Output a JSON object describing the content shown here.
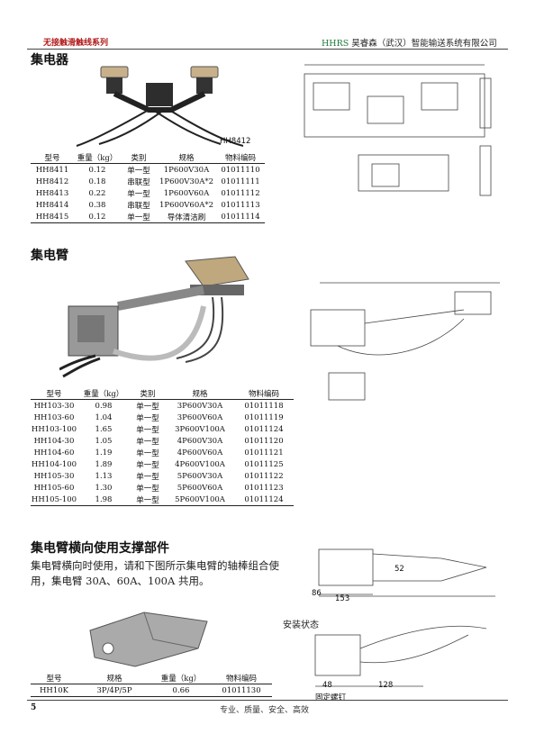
{
  "header": {
    "series": "无接触滑触线系列",
    "brand": "HHRS",
    "company": "昊睿森（武汉）智能输送系统有限公司"
  },
  "section1": {
    "title": "集电器",
    "photo_label": "HH8412",
    "columns": [
      "型号",
      "重量（kg）",
      "类别",
      "规格",
      "物料编码"
    ],
    "rows": [
      [
        "HH8411",
        "0.12",
        "单一型",
        "1P600V30A",
        "01011110"
      ],
      [
        "HH8412",
        "0.18",
        "串联型",
        "1P600V30A*2",
        "01011111"
      ],
      [
        "HH8413",
        "0.22",
        "单一型",
        "1P600V60A",
        "01011112"
      ],
      [
        "HH8414",
        "0.38",
        "串联型",
        "1P600V60A*2",
        "01011113"
      ],
      [
        "HH8415",
        "0.12",
        "单一型",
        "导体清洁刷",
        "01011114"
      ]
    ]
  },
  "section2": {
    "title": "集电臂",
    "columns": [
      "型号",
      "重量（kg）",
      "类别",
      "规格",
      "物料编码"
    ],
    "rows": [
      [
        "HH103-30",
        "0.98",
        "单一型",
        "3P600V30A",
        "01011118"
      ],
      [
        "HH103-60",
        "1.04",
        "单一型",
        "3P600V60A",
        "01011119"
      ],
      [
        "HH103-100",
        "1.65",
        "单一型",
        "3P600V100A",
        "01011124"
      ],
      [
        "HH104-30",
        "1.05",
        "单一型",
        "4P600V30A",
        "01011120"
      ],
      [
        "HH104-60",
        "1.19",
        "单一型",
        "4P600V60A",
        "01011121"
      ],
      [
        "HH104-100",
        "1.89",
        "单一型",
        "4P600V100A",
        "01011125"
      ],
      [
        "HH105-30",
        "1.13",
        "单一型",
        "5P600V30A",
        "01011122"
      ],
      [
        "HH105-60",
        "1.30",
        "单一型",
        "5P600V60A",
        "01011123"
      ],
      [
        "HH105-100",
        "1.98",
        "单一型",
        "5P600V100A",
        "01011124"
      ]
    ]
  },
  "section3": {
    "title": "集电臂横向使用支撑部件",
    "paragraph_line1": "集电臂横向时使用，请和下图所示集电臂的轴棒组合使",
    "paragraph_line2": "用，集电臂 30A、60A、100A 共用。",
    "install_label": "安装状态",
    "bolt_label": "固定螺钉",
    "dims": [
      "86",
      "153",
      "52",
      "48",
      "128"
    ],
    "columns": [
      "型号",
      "规格",
      "重量（kg）",
      "物料编码"
    ],
    "rows": [
      [
        "HH10K",
        "3P/4P/5P",
        "0.66",
        "01011130"
      ]
    ]
  },
  "footer": {
    "page": "5",
    "slogan": "专业、质量、安全、高效"
  }
}
